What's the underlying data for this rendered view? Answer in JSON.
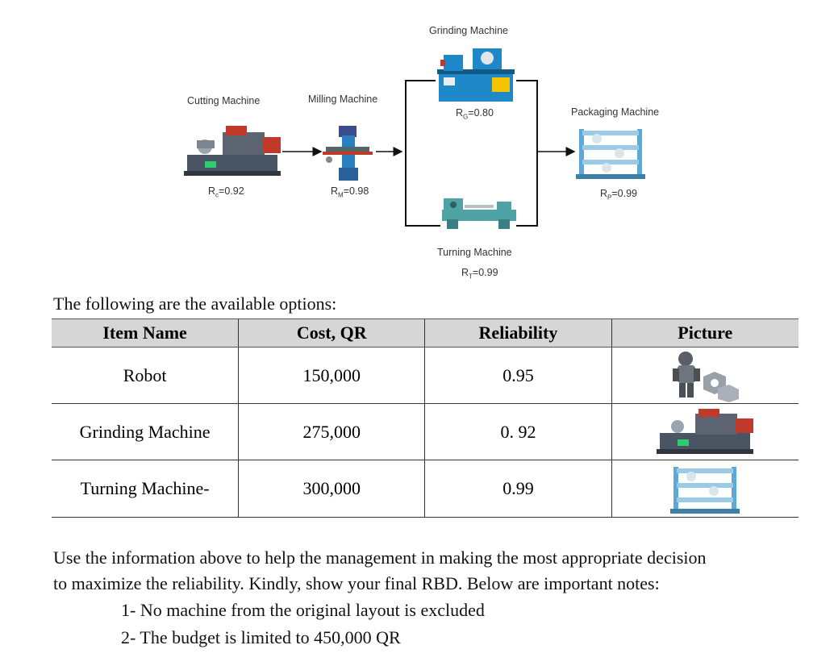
{
  "diagram": {
    "cutting": {
      "name": "Cutting Machine",
      "reliability": "Rc=0.92",
      "sym": "R",
      "sub": "c",
      "val": "=0.92"
    },
    "milling": {
      "name": "Milling Machine",
      "sym": "R",
      "sub": "M",
      "val": "=0.98"
    },
    "grinding": {
      "name": "Grinding Machine",
      "sym": "R",
      "sub": "G",
      "val": "=0.80"
    },
    "turning": {
      "name": "Turning Machine",
      "sym": "R",
      "sub": "T",
      "val": "=0.99"
    },
    "packaging": {
      "name": "Packaging Machine",
      "sym": "R",
      "sub": "P",
      "val": "=0.99"
    }
  },
  "intro": "The following are the available options:",
  "table": {
    "headers": [
      "Item Name",
      "Cost, QR",
      "Reliability",
      "Picture"
    ],
    "rows": [
      {
        "item": "Robot",
        "cost": "150,000",
        "reliability": "0.95",
        "picture": "robot-picture"
      },
      {
        "item": "Grinding Machine",
        "cost": "275,000",
        "reliability": "0. 92",
        "picture": "cutting-machine-picture"
      },
      {
        "item": "Turning Machine-",
        "cost": "300,000",
        "reliability": "0.99",
        "picture": "packaging-machine-picture"
      }
    ]
  },
  "paragraph": {
    "line1": "Use the information above to help the management in making the most appropriate decision",
    "line2": "to maximize the reliability. Kindly, show your final RBD. Below are important notes:"
  },
  "notes": [
    "1- No machine from the original layout is excluded",
    "2- The budget is limited to 450,000 QR"
  ],
  "colors": {
    "header_bg": "#d6d6d6",
    "machine_blue": "#2a7fc0",
    "machine_red": "#c0392b",
    "machine_gray": "#4a5563"
  }
}
